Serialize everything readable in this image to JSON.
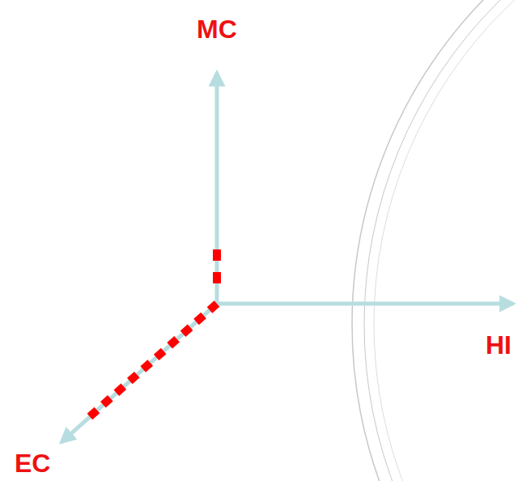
{
  "diagram": {
    "labels": [
      "MC",
      "HI",
      "EC"
    ]
  }
}
